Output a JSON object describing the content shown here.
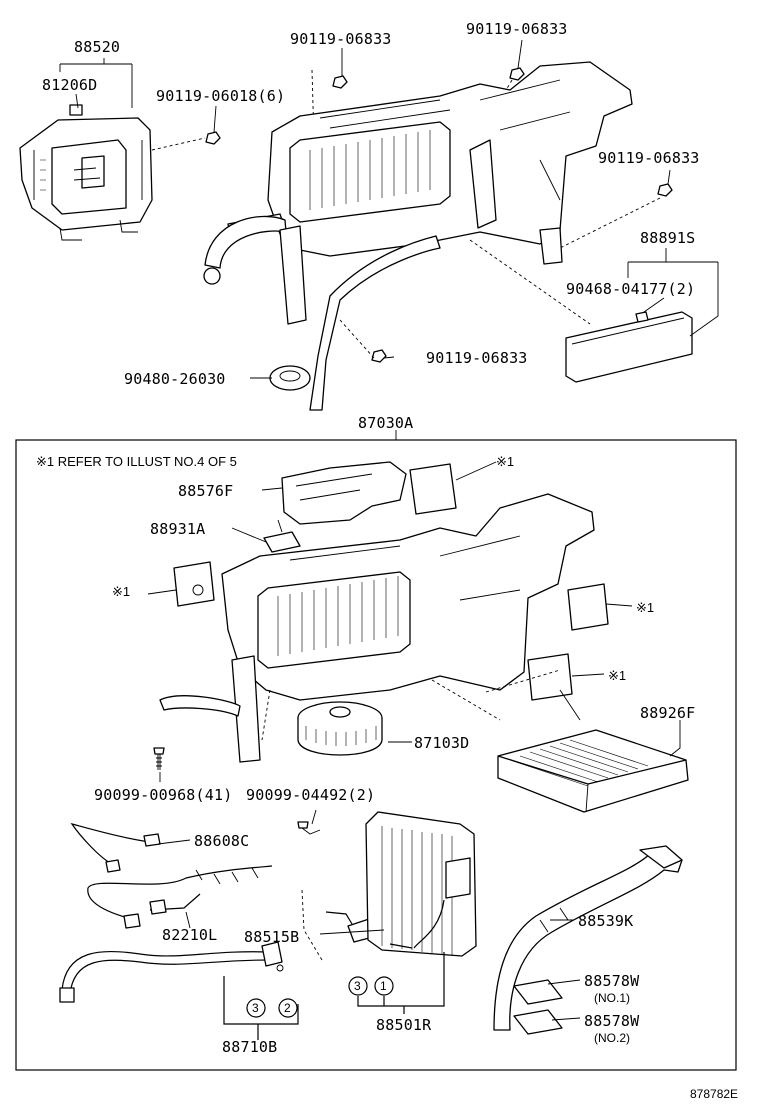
{
  "labels": {
    "p88520": "88520",
    "p81206d": "81206D",
    "p90119_06018": "90119-06018(6)",
    "p90119_06833_a": "90119-06833",
    "p90119_06833_b": "90119-06833",
    "p90119_06833_c": "90119-06833",
    "p90119_06833_d": "90119-06833",
    "p88891s": "88891S",
    "p90468_04177": "90468-04177(2)",
    "p90480_26030": "90480-26030",
    "p87030a": "87030A",
    "note": "※1 REFER TO ILLUST NO.4 OF 5",
    "p88576f": "88576F",
    "ref1_a": "※1",
    "p88931a": "88931A",
    "ref1_b": "※1",
    "ref1_c": "※1",
    "ref1_d": "※1",
    "p87103d": "87103D",
    "p88926f": "88926F",
    "p90099_00968": "90099-00968(41)",
    "p90099_04492": "90099-04492(2)",
    "p88608c": "88608C",
    "p82210l": "82210L",
    "p88515b": "88515B",
    "p88539k": "88539K",
    "p88578w_1": "88578W",
    "no1": "(NO.1)",
    "p88578w_2": "88578W",
    "no2": "(NO.2)",
    "p88501r": "88501R",
    "p88710b": "88710B",
    "circ3_a": "3",
    "circ2": "2",
    "circ3_b": "3",
    "circ1": "1",
    "illust_code": "878782E"
  }
}
